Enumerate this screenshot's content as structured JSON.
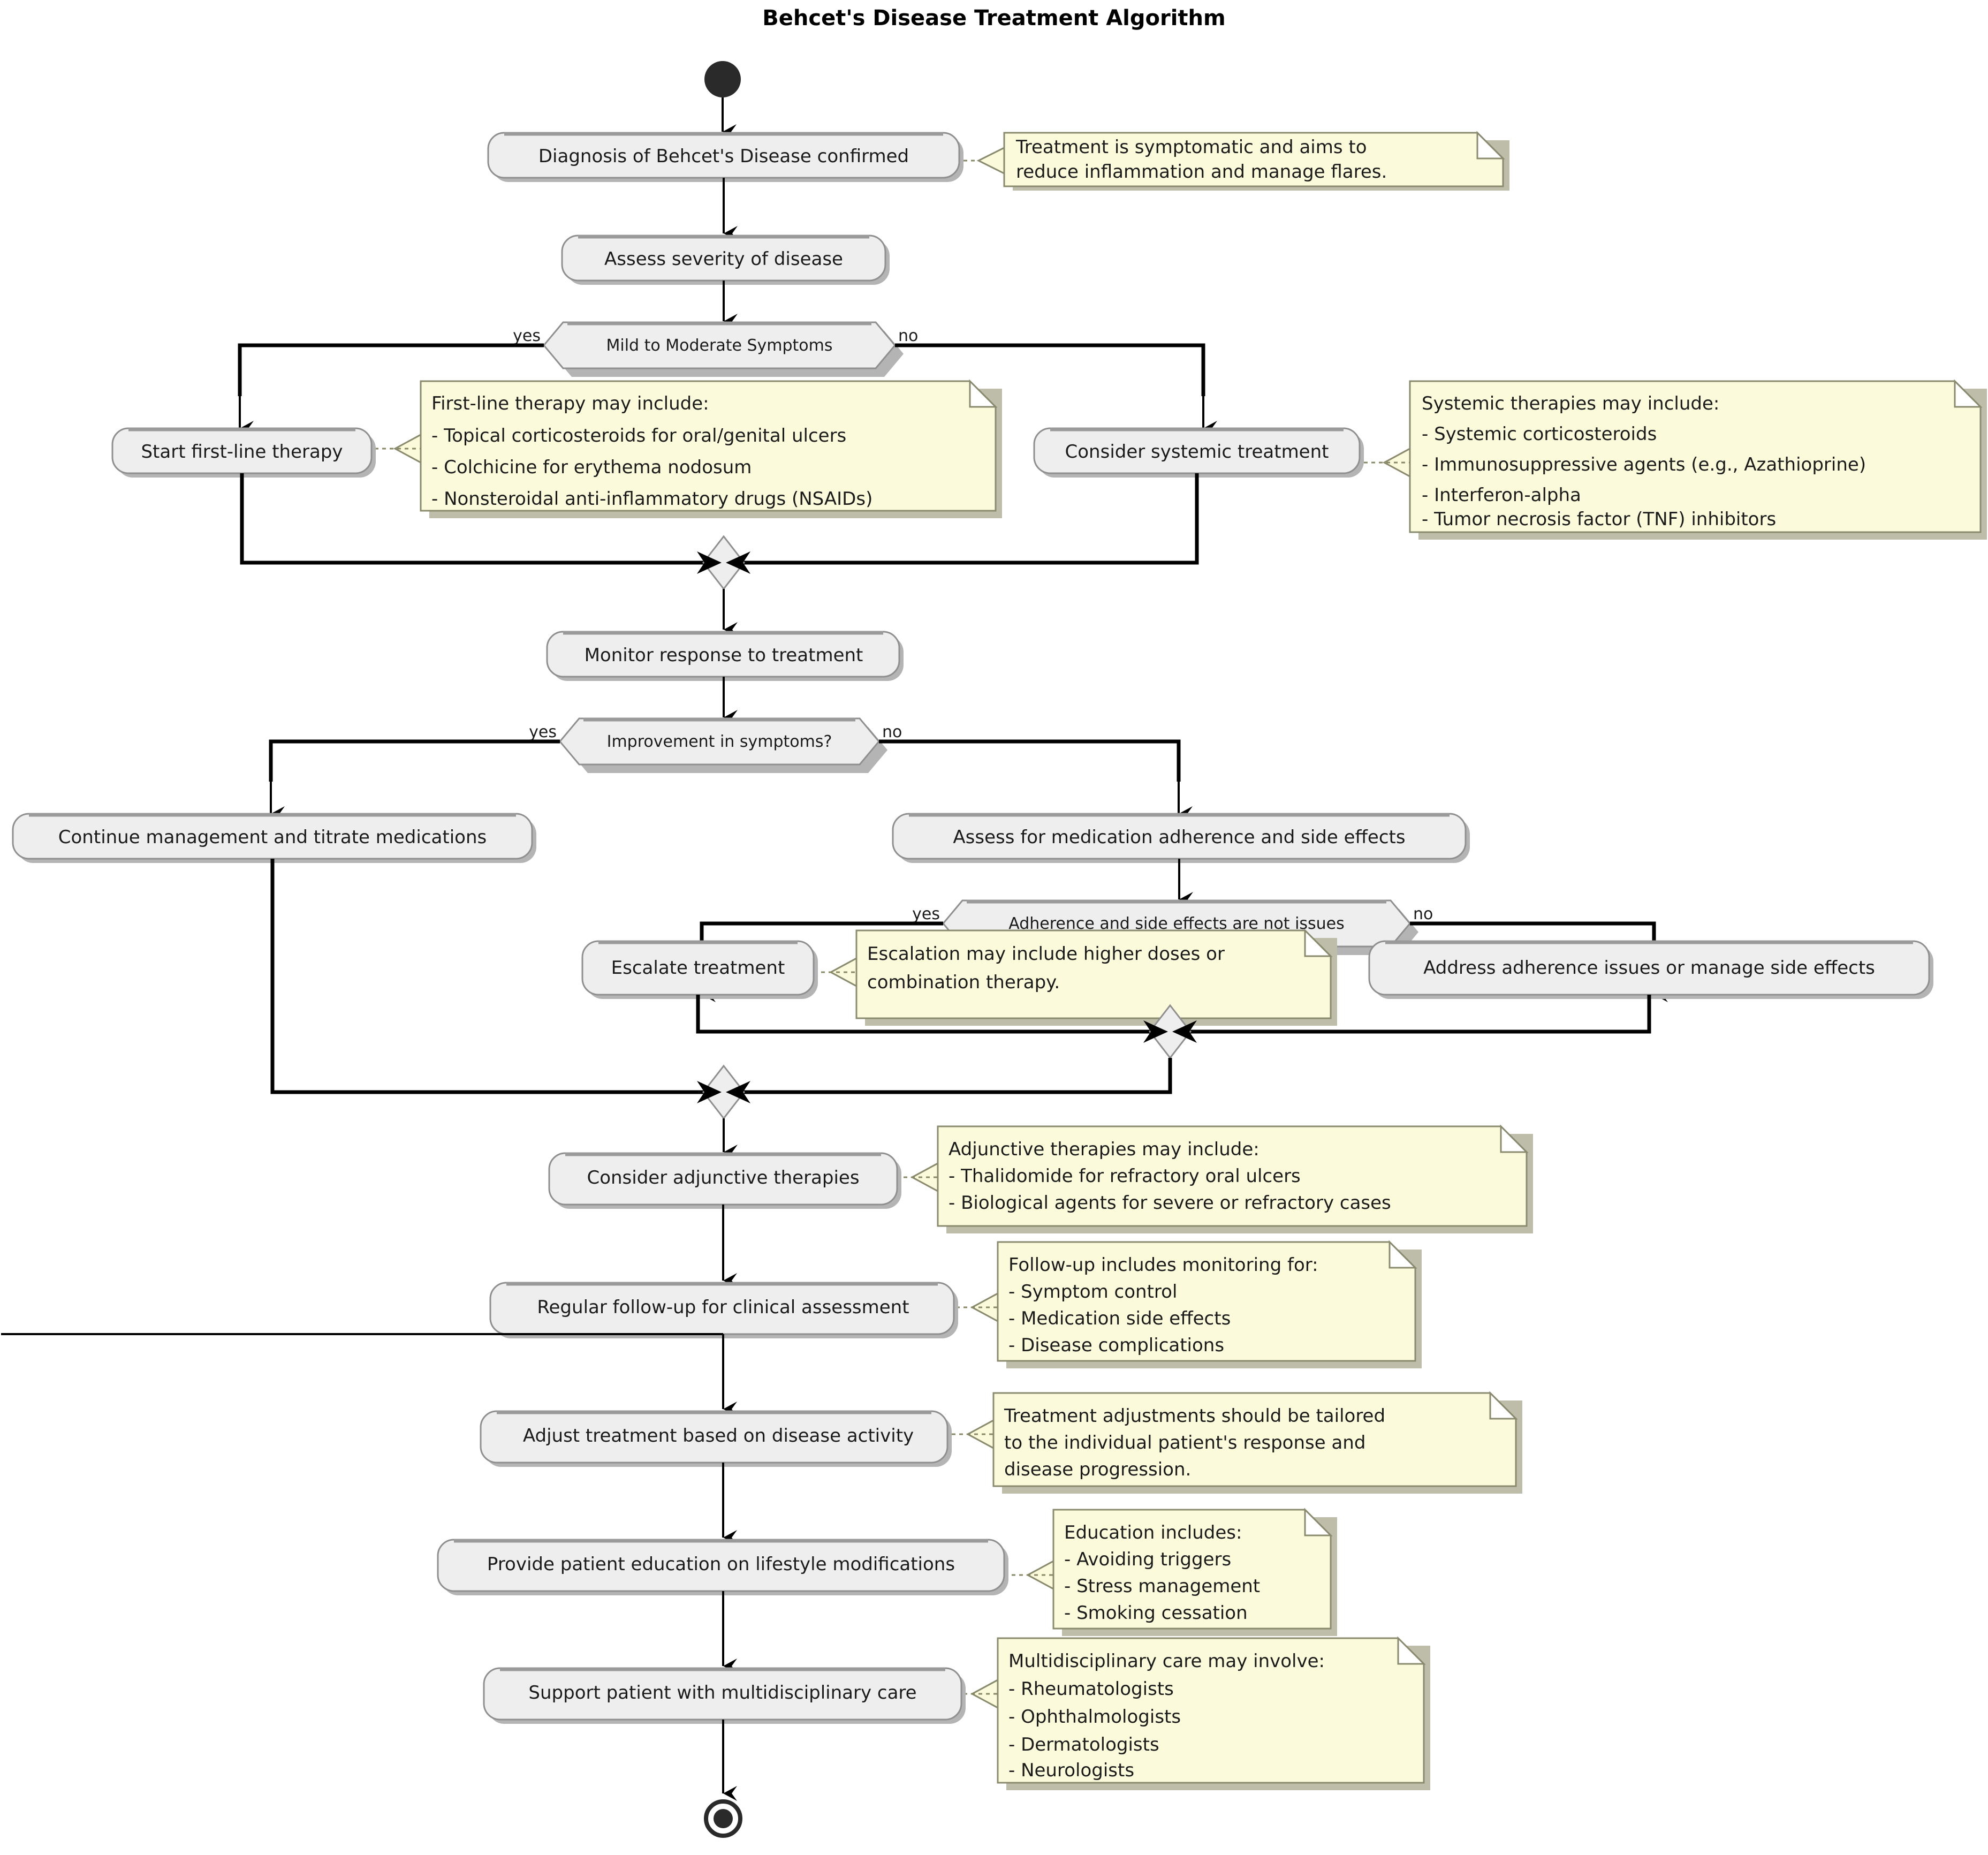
{
  "title": "Behcet's Disease Treatment Algorithm",
  "nodes": {
    "start": {
      "kind": "start-node",
      "label": ""
    },
    "diagnosis": {
      "label": "Diagnosis of Behcet's Disease confirmed"
    },
    "assess_severity": {
      "label": "Assess severity of disease"
    },
    "decision_mild": {
      "label": "Mild to Moderate Symptoms",
      "yes": "yes",
      "no": "no"
    },
    "first_line": {
      "label": "Start first-line therapy"
    },
    "systemic": {
      "label": "Consider systemic treatment"
    },
    "monitor": {
      "label": "Monitor response to treatment"
    },
    "decision_improvement": {
      "label": "Improvement in symptoms?",
      "yes": "yes",
      "no": "no"
    },
    "continue_mgmt": {
      "label": "Continue management and titrate medications"
    },
    "assess_adherence": {
      "label": "Assess for medication adherence and side effects"
    },
    "decision_adherence": {
      "label": "Adherence and side effects are not issues",
      "yes": "yes",
      "no": "no"
    },
    "escalate": {
      "label": "Escalate treatment"
    },
    "address_adherence": {
      "label": "Address adherence issues or manage side effects"
    },
    "adjunctive": {
      "label": "Consider adjunctive therapies"
    },
    "followup": {
      "label": "Regular follow-up for clinical assessment"
    },
    "adjust": {
      "label": "Adjust treatment based on disease activity"
    },
    "education": {
      "label": "Provide patient education on lifestyle modifications"
    },
    "multidisciplinary": {
      "label": "Support patient with multidisciplinary care"
    },
    "end": {
      "kind": "end-node",
      "label": ""
    }
  },
  "notes": {
    "note_diagnosis": {
      "lines": [
        "Treatment is symptomatic and aims to",
        "reduce inflammation and manage flares."
      ]
    },
    "note_first_line": {
      "lines": [
        "First-line therapy may include:",
        "- Topical corticosteroids for oral/genital ulcers",
        "- Colchicine for erythema nodosum",
        "- Nonsteroidal anti-inflammatory drugs (NSAIDs)"
      ]
    },
    "note_systemic": {
      "lines": [
        "Systemic therapies may include:",
        "- Systemic corticosteroids",
        "- Immunosuppressive agents (e.g., Azathioprine)",
        "- Interferon-alpha",
        "- Tumor necrosis factor (TNF) inhibitors"
      ]
    },
    "note_escalate": {
      "lines": [
        "Escalation may include higher doses or",
        "combination therapy."
      ]
    },
    "note_adjunctive": {
      "lines": [
        "Adjunctive therapies may include:",
        "- Thalidomide for refractory oral ulcers",
        "- Biological agents for severe or refractory cases"
      ]
    },
    "note_followup": {
      "lines": [
        "Follow-up includes monitoring for:",
        "- Symptom control",
        "- Medication side effects",
        "- Disease complications"
      ]
    },
    "note_adjust": {
      "lines": [
        "Treatment adjustments should be tailored",
        "to the individual patient's response and",
        "disease progression."
      ]
    },
    "note_education": {
      "lines": [
        "Education includes:",
        "- Avoiding triggers",
        "- Stress management",
        "- Smoking cessation"
      ]
    },
    "note_multidisciplinary": {
      "lines": [
        "Multidisciplinary care may involve:",
        "- Rheumatologists",
        "- Ophthalmologists",
        "- Dermatologists",
        "- Neurologists"
      ]
    }
  },
  "colors": {
    "activity_fill": "#EEEEEE",
    "activity_border": "#8F8F8F",
    "note_fill": "#FBFBDB",
    "note_border": "#8A8A6E",
    "link": "#000000",
    "start_end": "#2A2A2A",
    "background": "#FFFFFF"
  }
}
